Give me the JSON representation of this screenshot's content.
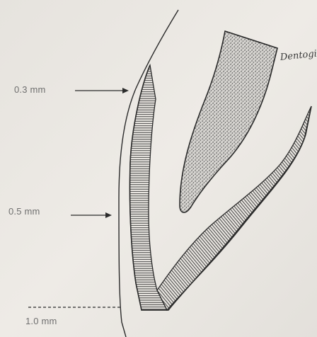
{
  "labels": {
    "top": "0.3 mm",
    "middle": "0.5 mm",
    "bottom": "1.0 mm",
    "region": "Dentogingival"
  },
  "colors": {
    "background": "#ece9e4",
    "line": "#2b2b2b",
    "label": "#6f6f6f",
    "pulp": "#9c9c9c"
  }
}
